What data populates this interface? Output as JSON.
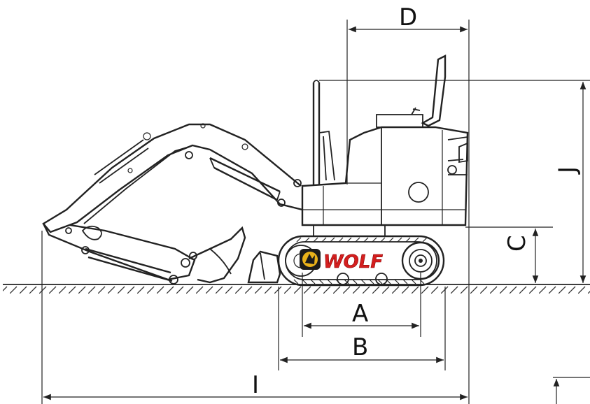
{
  "dimensions": {
    "A": "A",
    "B": "B",
    "C": "C",
    "D": "D",
    "I": "I",
    "J": "J"
  },
  "logo": {
    "text": "WOLF"
  },
  "colors": {
    "logo_red": "#d41f1f",
    "logo_gold": "#e9b21a",
    "line": "#222222"
  }
}
